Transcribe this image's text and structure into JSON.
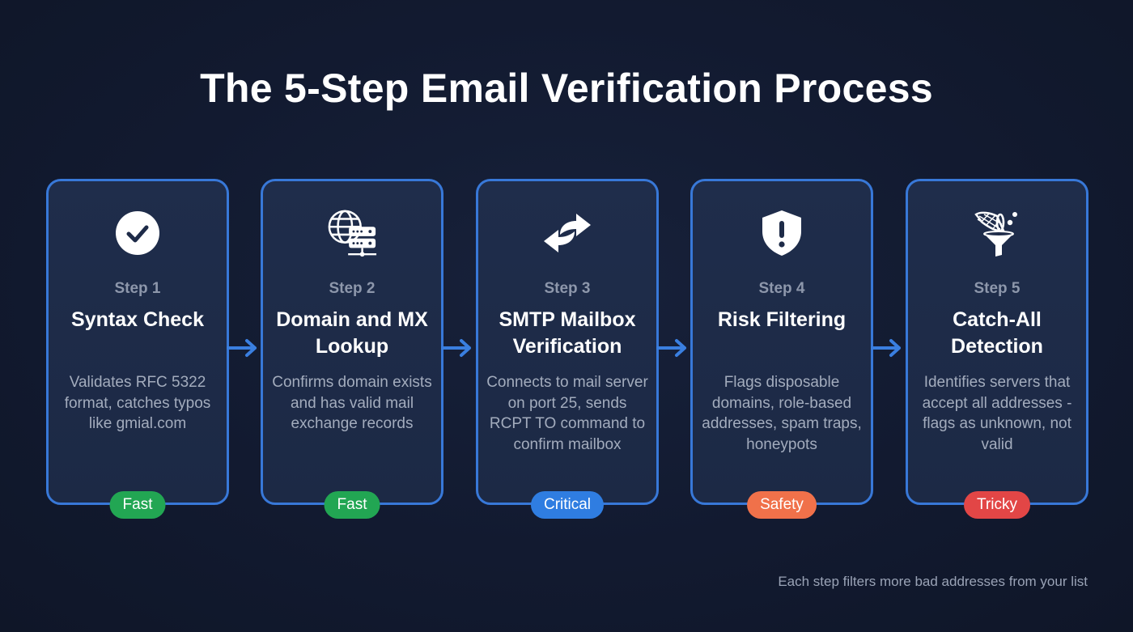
{
  "title": "The 5-Step Email Verification Process",
  "steps": [
    {
      "label": "Step 1",
      "title": "Syntax Check",
      "description": "Validates RFC 5322 format, catches typos like gmial.com",
      "icon": "check-circle-icon",
      "badge": {
        "label": "Fast",
        "color": "#22a653"
      }
    },
    {
      "label": "Step 2",
      "title": "Domain and MX Lookup",
      "description": "Confirms domain exists and has valid mail exchange records",
      "icon": "globe-server-icon",
      "badge": {
        "label": "Fast",
        "color": "#22a653"
      }
    },
    {
      "label": "Step 3",
      "title": "SMTP Mailbox Verification",
      "description": "Connects to mail server on port 25, sends RCPT TO command to confirm mailbox",
      "icon": "exchange-arrows-icon",
      "badge": {
        "label": "Critical",
        "color": "#2f7de1"
      }
    },
    {
      "label": "Step 4",
      "title": "Risk Filtering",
      "description": "Flags disposable domains, role-based addresses, spam traps, honeypots",
      "icon": "shield-alert-icon",
      "badge": {
        "label": "Safety",
        "color": "#f0714a"
      }
    },
    {
      "label": "Step 5",
      "title": "Catch-All Detection",
      "description": "Identifies servers that accept all addresses - flags as unknown, not valid",
      "icon": "net-funnel-icon",
      "badge": {
        "label": "Tricky",
        "color": "#e24646"
      }
    }
  ],
  "footer": "Each step filters more bad addresses from your list",
  "colors": {
    "background": "#121a30",
    "card_background": "#1e2b48",
    "card_border": "#3878d8",
    "arrow": "#3a7fe0",
    "step_label": "#8d97ab",
    "description": "#a3acbd"
  }
}
